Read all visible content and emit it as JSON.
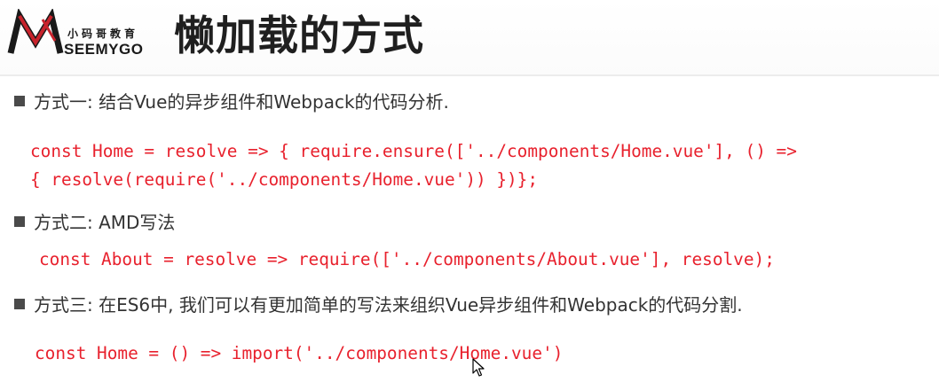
{
  "header": {
    "logo_cn": "小码哥教育",
    "logo_en": "SEEMYGO",
    "title": "懒加载的方式"
  },
  "items": [
    {
      "label": "方式一: 结合Vue的异步组件和Webpack的代码分析.",
      "code_lines": [
        "const Home = resolve => { require.ensure(['../components/Home.vue'], () =>",
        "{ resolve(require('../components/Home.vue')) })};"
      ]
    },
    {
      "label": "方式二: AMD写法",
      "code_lines": [
        "const About = resolve => require(['../components/About.vue'], resolve);"
      ]
    },
    {
      "label": "方式三: 在ES6中, 我们可以有更加简单的写法来组织Vue异步组件和Webpack的代码分割.",
      "code_lines": [
        "const Home = () => import('../components/Home.vue')"
      ]
    }
  ],
  "colors": {
    "code": "#e8212d",
    "logo_red": "#c8232c",
    "title": "#1f1f1f"
  },
  "icons": {
    "logo": "seemygo-m-logo-icon",
    "bullet": "square-bullet-icon",
    "cursor": "mouse-pointer-icon"
  }
}
